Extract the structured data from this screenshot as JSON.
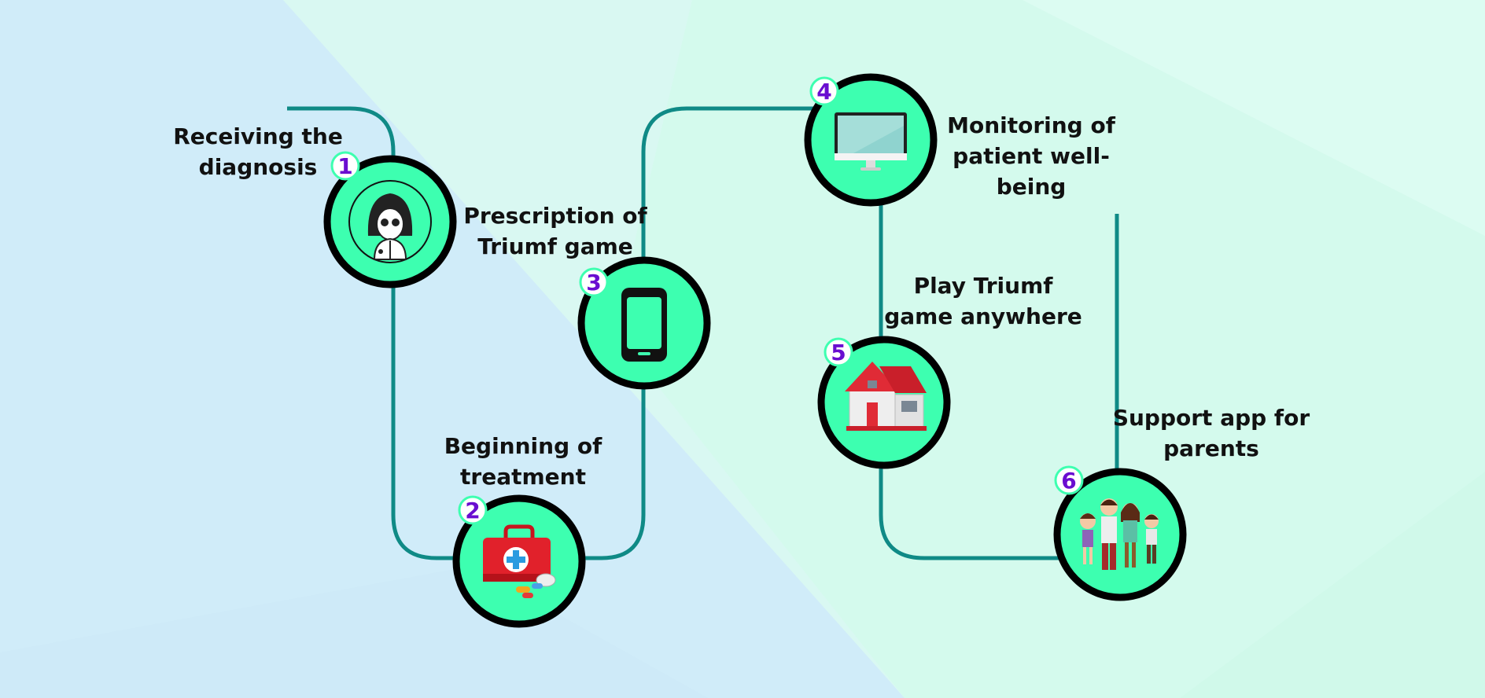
{
  "steps": [
    {
      "number": "1",
      "label": "Receiving the\ndiagnosis",
      "icon": "doctor-icon"
    },
    {
      "number": "2",
      "label": "Beginning of\ntreatment",
      "icon": "medical-kit-icon"
    },
    {
      "number": "3",
      "label": "Prescription of\nTriumf game",
      "icon": "smartphone-icon"
    },
    {
      "number": "4",
      "label": "Monitoring of\npatient well-\nbeing",
      "icon": "monitor-icon"
    },
    {
      "number": "5",
      "label": "Play Triumf\ngame anywhere",
      "icon": "house-icon"
    },
    {
      "number": "6",
      "label": "Support app for\nparents",
      "icon": "family-icon"
    }
  ],
  "colors": {
    "path": "#0f8a86",
    "circle_fill": "#3dffb0",
    "circle_ring": "#000000",
    "badge_number": "#6a0dd0",
    "bg_left": "#d2eefa",
    "bg_right": "#d6fbee"
  }
}
